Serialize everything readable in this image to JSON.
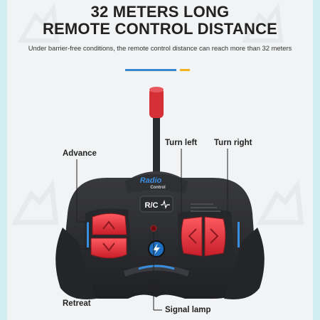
{
  "header": {
    "line1": "32 METERS LONG",
    "line2": "REMOTE CONTROL DISTANCE",
    "subtitle": "Under barrier-free conditions, the remote control distance can reach more than 32 meters"
  },
  "callouts": {
    "advance": "Advance",
    "retreat": "Retreat",
    "turn_left": "Turn left",
    "turn_right": "Turn right",
    "signal_lamp": "Signal lamp"
  },
  "remote": {
    "logo_line1": "Radio",
    "logo_line2": "Control",
    "badge": "R/C"
  },
  "colors": {
    "accent_blue": "#3a87d0",
    "accent_yellow": "#f2b21c",
    "button_red": "#e0303c",
    "body_dark": "#2c2d30",
    "frame": "#d3eef0"
  }
}
